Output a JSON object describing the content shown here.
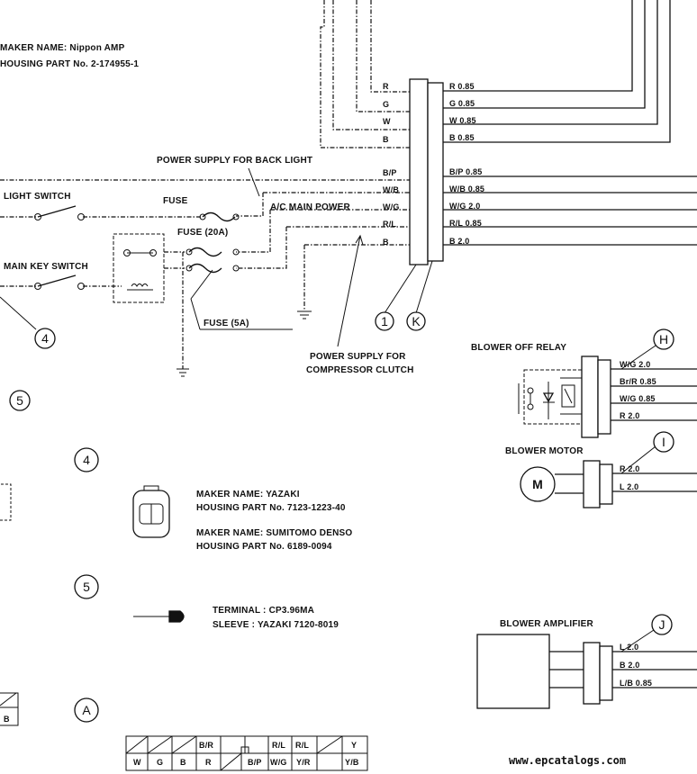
{
  "maker_top": {
    "line1": "MAKER NAME: Nippon AMP",
    "line2": "HOUSING PART No. 2-174955-1"
  },
  "connector_left_labels": [
    "R",
    "G",
    "W",
    "B",
    "B/P",
    "W/B",
    "W/G",
    "R/L",
    "B"
  ],
  "connector_right_labels": [
    "R 0.85",
    "G 0.85",
    "W 0.85",
    "B 0.85",
    "B/P 0.85",
    "W/B 0.85",
    "W/G 2.0",
    "R/L 0.85",
    "B 2.0"
  ],
  "labels": {
    "power_back_light": "POWER SUPPLY FOR BACK LIGHT",
    "light_switch": "LIGHT SWITCH",
    "fuse": "FUSE",
    "ac_main_power": "A/C MAIN POWER",
    "fuse_20a": "FUSE (20A)",
    "main_key_switch": "MAIN KEY SWITCH",
    "fuse_5a": "FUSE (5A)",
    "power_compressor_1": "POWER SUPPLY FOR",
    "power_compressor_2": "COMPRESSOR CLUTCH",
    "blower_off_relay": "BLOWER OFF RELAY",
    "blower_motor": "BLOWER MOTOR",
    "motor_symbol": "M",
    "blower_amplifier": "BLOWER AMPLIFIER",
    "watermark": "www.epcatalogs.com"
  },
  "markers": {
    "m1": "1",
    "mK": "K",
    "m4_top": "4",
    "m5_top": "5",
    "mH": "H",
    "mI": "I",
    "m4": "4",
    "m5": "5",
    "mJ": "J",
    "mA": "A"
  },
  "relay_wires": [
    "W/G 2.0",
    "Br/R 0.85",
    "W/G 0.85",
    "R 2.0"
  ],
  "motor_wires": [
    "R 2.0",
    "L 2.0"
  ],
  "amp_wires": [
    "L 2.0",
    "B 2.0",
    "L/B 0.85"
  ],
  "section4": {
    "line1": "MAKER NAME: YAZAKI",
    "line2": "HOUSING PART No. 7123-1223-40",
    "line3": "MAKER NAME: SUMITOMO DENSO",
    "line4": "HOUSING PART No. 6189-0094"
  },
  "section5": {
    "line1": "TERMINAL : CP3.96MA",
    "line2": "SLEEVE : YAZAKI 7120-8019"
  },
  "left_edge_cell": "B",
  "sectionA": {
    "top_row": [
      "",
      "",
      "",
      "B/R",
      "",
      "",
      "R/L",
      "R/L",
      "",
      "Y"
    ],
    "bottom_row": [
      "W",
      "G",
      "B",
      "R",
      "",
      "B/P",
      "W/G",
      "Y/R",
      "Y/B"
    ]
  },
  "colors": {
    "ink": "#111111",
    "paper": "#ffffff"
  }
}
